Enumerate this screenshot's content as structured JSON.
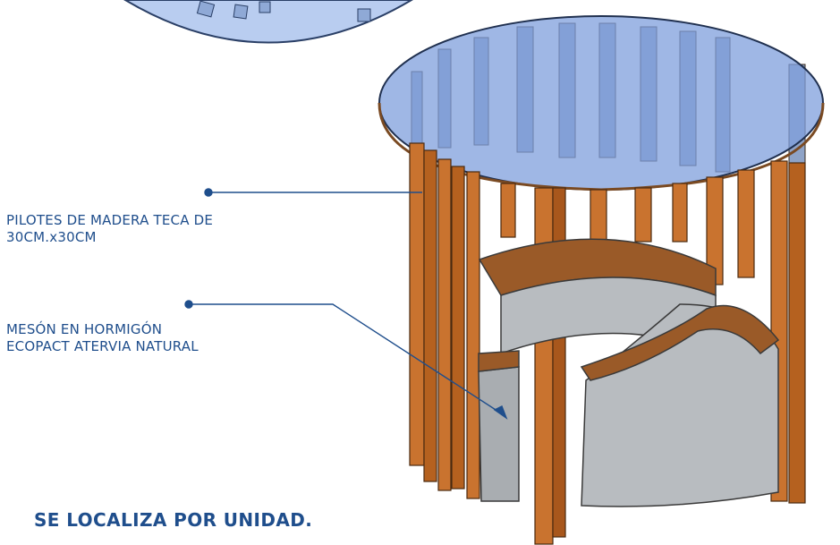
{
  "annotations": [
    {
      "id": "pilotes",
      "lines": [
        "PILOTES DE MADERA TECA DE",
        "30CM.x30CM"
      ]
    },
    {
      "id": "meson",
      "lines": [
        "MESÓN EN HORMIGÓN",
        "ECOPACT ATERVIA NATURAL"
      ]
    }
  ],
  "footer_note": "SE LOCALIZA  POR UNIDAD.",
  "colors": {
    "text": "#1f4e8c",
    "wood": "#c9732f",
    "wood_dark": "#7a3f12",
    "glass": "#8fb0e6",
    "concrete": "#b8bcc0",
    "concrete_top": "#9a5a28"
  }
}
